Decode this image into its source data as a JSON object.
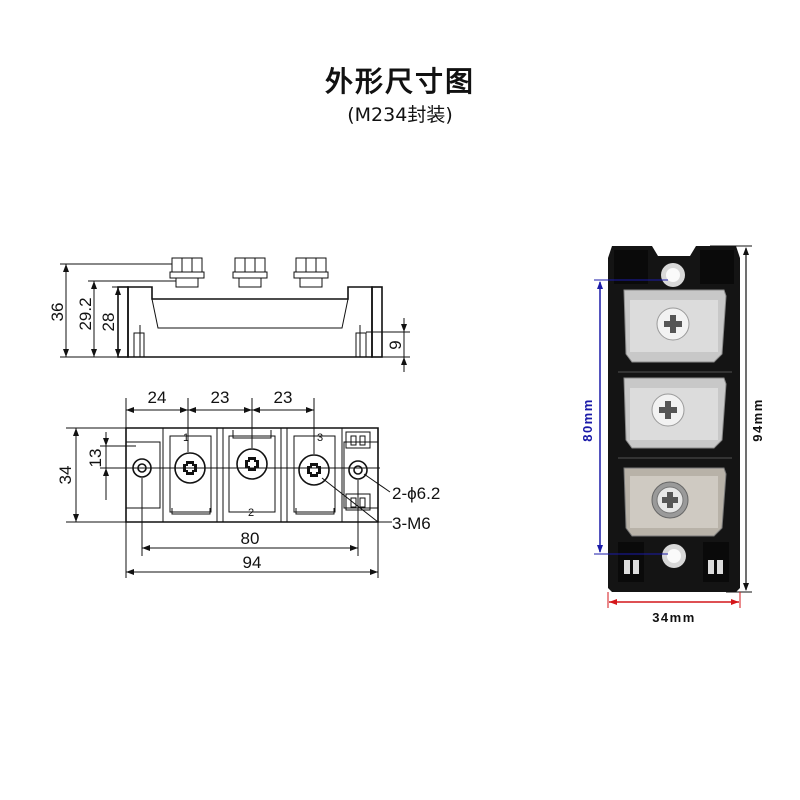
{
  "title": "外形尺寸图",
  "subtitle": "(M234封装)",
  "side_view": {
    "dims": {
      "h36": "36",
      "h29_2": "29.2",
      "h28": "28",
      "h9": "9"
    }
  },
  "top_view": {
    "dims": {
      "w24": "24",
      "w23a": "23",
      "w23b": "23",
      "h34": "34",
      "h13": "13",
      "w80": "80",
      "w94": "94"
    },
    "terminals": {
      "t1": "1",
      "t2": "2",
      "t3": "3"
    },
    "callouts": {
      "holes": "2-ϕ6.2",
      "screws": "3-M6"
    }
  },
  "photo": {
    "dims": {
      "length_80": "80mm",
      "length_94": "94mm",
      "width_34": "34mm"
    },
    "colors": {
      "blue_dim": "#1a1aa8",
      "red_dim": "#d4161a",
      "body": "#141414",
      "plate": "#c8c8c8"
    }
  }
}
